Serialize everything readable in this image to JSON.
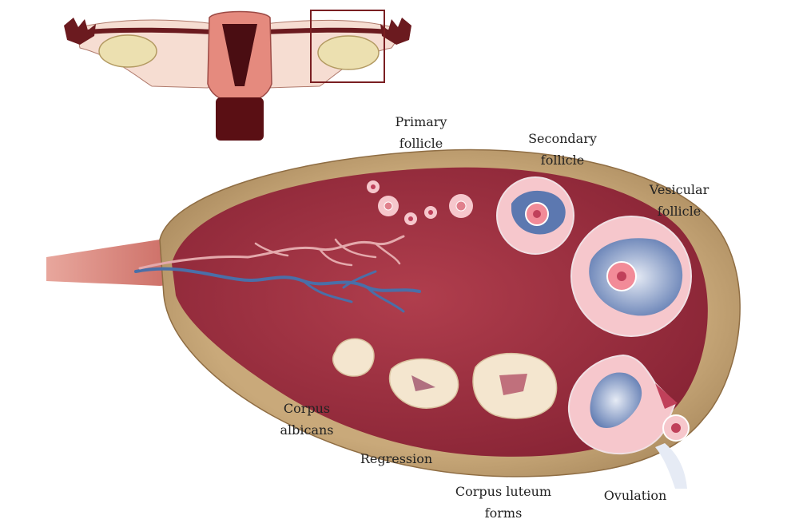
{
  "labels": {
    "primary_follicle": [
      "Primary",
      "follicle"
    ],
    "secondary_follicle": [
      "Secondary",
      "follicle"
    ],
    "vesicular_follicle": [
      "Vesicular",
      "follicle"
    ],
    "corpus_albicans": [
      "Corpus",
      "albicans"
    ],
    "regression": "Regression",
    "corpus_luteum_forms": [
      "Corpus luteum",
      "forms"
    ],
    "ovulation": "Ovulation"
  },
  "colors": {
    "ovary_capsule": "#c9a97a",
    "ovary_tissue": "#9a2f3f",
    "ligament": "#d07f78",
    "vein": "#4a6fa8",
    "artery": "#d99aa0",
    "follicle_pink": "#f6c7cc",
    "antrum_blue": "#5c78b0",
    "corpus_cream": "#f4e6cf",
    "uterus_wall": "#f2d6c4",
    "uterus_dark": "#5a0f14",
    "highlight_box": "#7a1f22"
  }
}
